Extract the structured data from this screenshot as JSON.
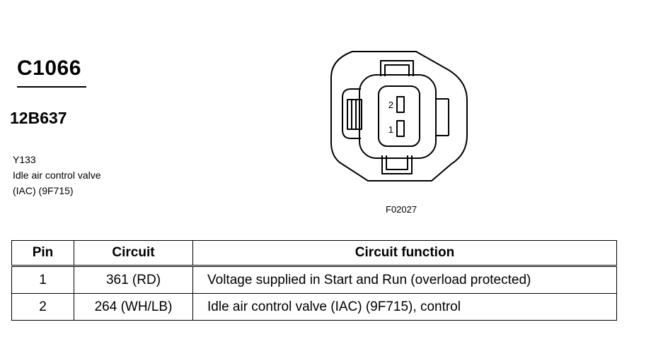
{
  "connector": {
    "id": "C1066",
    "part_number": "12B637",
    "component_code": "Y133",
    "component_name": "Idle air control valve",
    "component_ref": "(IAC) (9F715)",
    "figure_id": "F02027",
    "pin_labels": [
      "2",
      "1"
    ]
  },
  "table": {
    "headers": [
      "Pin",
      "Circuit",
      "Circuit function"
    ],
    "rows": [
      {
        "pin": "1",
        "circuit": "361 (RD)",
        "function": "Voltage supplied in Start and Run (overload protected)"
      },
      {
        "pin": "2",
        "circuit": "264 (WH/LB)",
        "function": "Idle air control valve (IAC) (9F715), control"
      }
    ]
  }
}
